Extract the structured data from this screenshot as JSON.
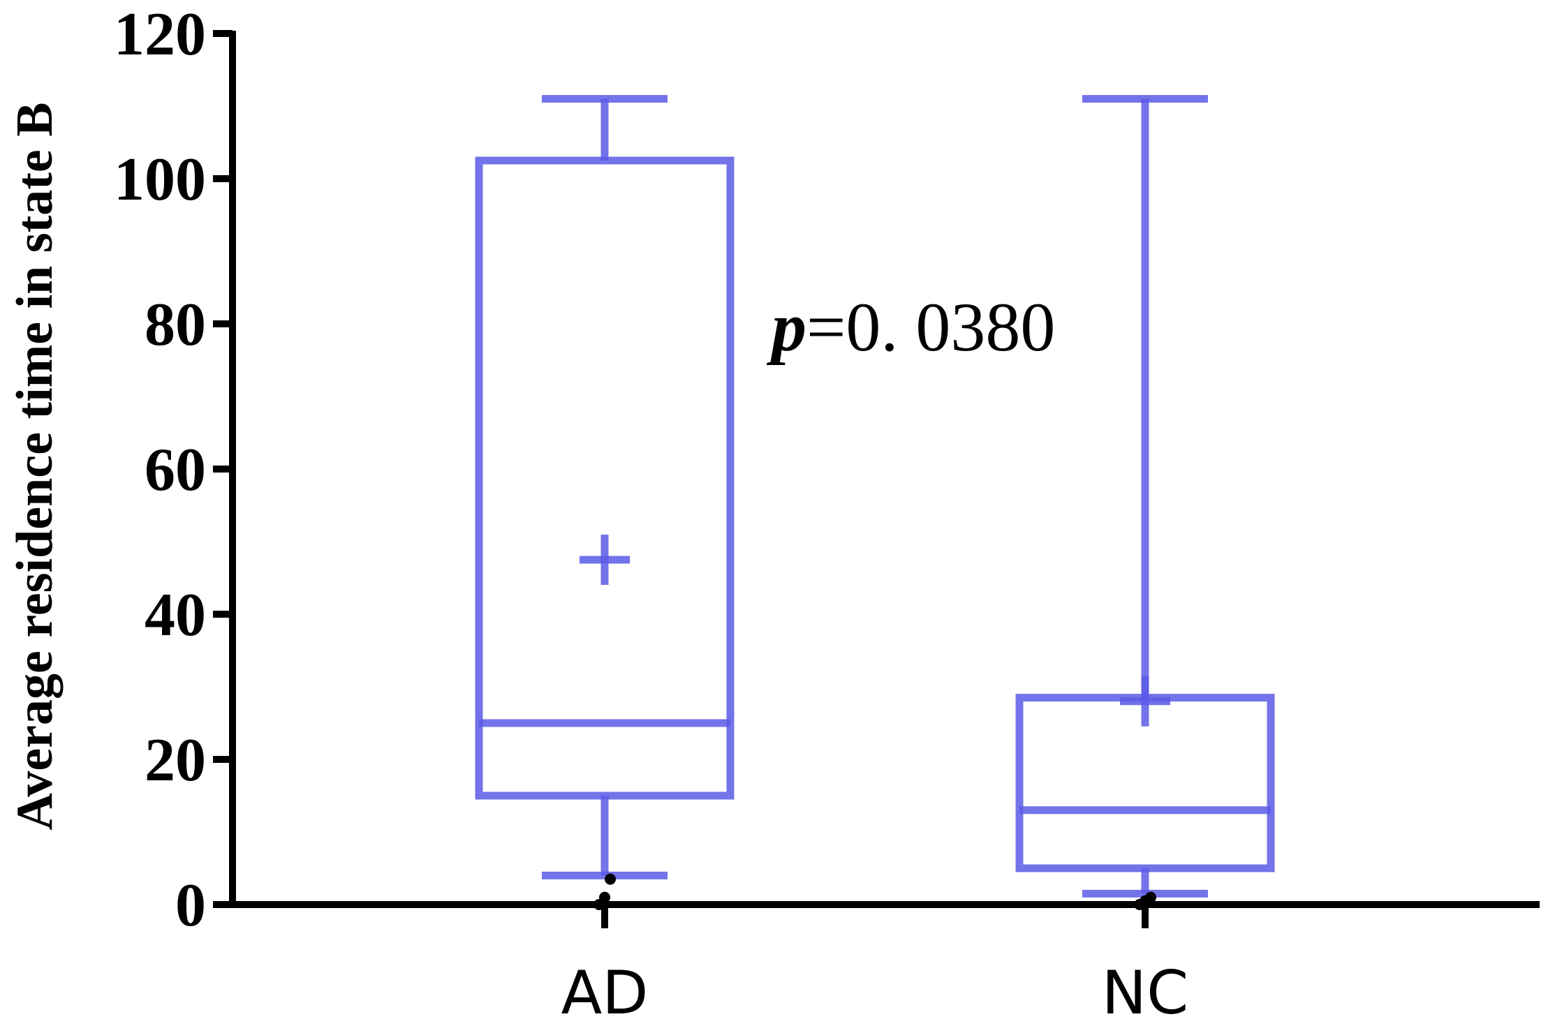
{
  "chart_data": {
    "type": "box",
    "ylabel": "Average residence time in state B",
    "xlabel": "",
    "ylim": [
      0,
      120
    ],
    "yticks": [
      0,
      20,
      40,
      60,
      80,
      100,
      120
    ],
    "ytick_labels": [
      "0",
      "20",
      "40",
      "60",
      "80",
      "100",
      "120"
    ],
    "categories": [
      "AD",
      "NC"
    ],
    "boxes": [
      {
        "category": "AD",
        "whisker_low": 4,
        "q1": 15,
        "median": 25,
        "q3": 102.5,
        "whisker_high": 111,
        "mean": 47.5,
        "points": [
          0,
          1,
          3.5
        ]
      },
      {
        "category": "NC",
        "whisker_low": 1.5,
        "q1": 5,
        "median": 13,
        "q3": 28.5,
        "whisker_high": 111,
        "mean": 28,
        "points": [
          0,
          0.5,
          1
        ]
      }
    ],
    "annotation": {
      "prefix": "p",
      "text": "=0. 0380"
    },
    "colors": {
      "box": "#5a5ae6",
      "axis": "#000000",
      "points": "#000000"
    },
    "grid": false,
    "legend": "none"
  }
}
